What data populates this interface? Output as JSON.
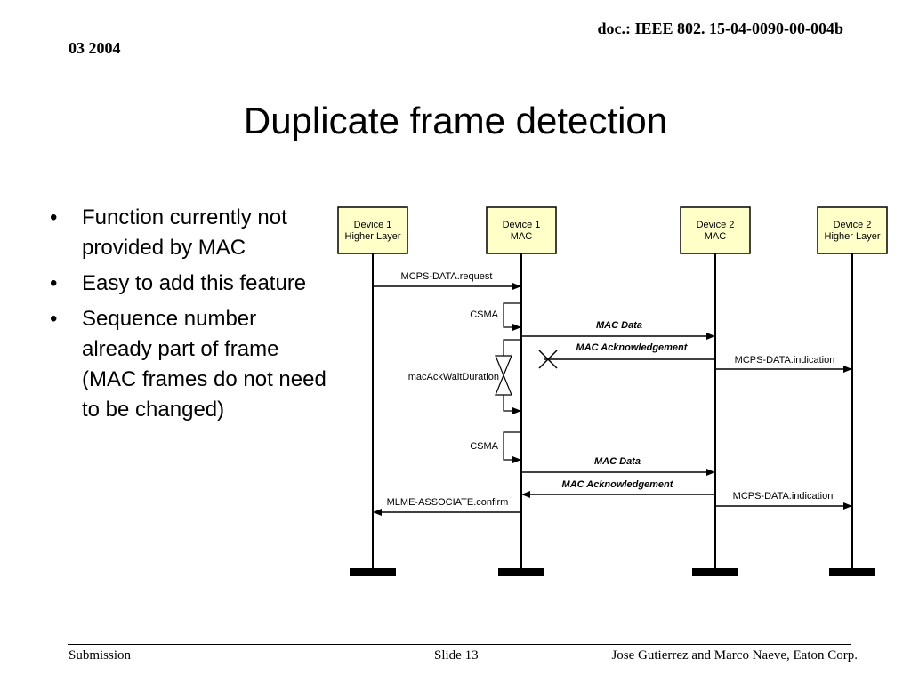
{
  "header": {
    "doc_id": "doc.: IEEE 802. 15-04-0090-00-004b",
    "date": "03 2004"
  },
  "slide": {
    "title": "Duplicate frame detection",
    "bullets": [
      "Function currently not provided by MAC",
      "Easy to add this feature",
      "Sequence number already part of frame (MAC frames do not need to be changed)"
    ]
  },
  "diagram": {
    "entities": [
      {
        "line1": "Device 1",
        "line2": "Higher Layer"
      },
      {
        "line1": "Device 1",
        "line2": "MAC"
      },
      {
        "line1": "Device 2",
        "line2": "MAC"
      },
      {
        "line1": "Device 2",
        "line2": "Higher Layer"
      }
    ],
    "messages": {
      "mcps_data_request": "MCPS-DATA.request",
      "csma_1": "CSMA",
      "mac_data_1": "MAC Data",
      "mac_ack_1": "MAC Acknowledgement",
      "mcps_data_indication_1": "MCPS-DATA.indication",
      "mac_ack_wait_duration": "macAckWaitDuration",
      "csma_2": "CSMA",
      "mac_data_2": "MAC Data",
      "mac_ack_2": "MAC Acknowledgement",
      "mcps_data_indication_2": "MCPS-DATA.indication",
      "mlme_associate_confirm": "MLME-ASSOCIATE.confirm"
    }
  },
  "footer": {
    "left": "Submission",
    "center": "Slide 13",
    "right": "Jose Gutierrez and Marco Naeve, Eaton Corp."
  }
}
